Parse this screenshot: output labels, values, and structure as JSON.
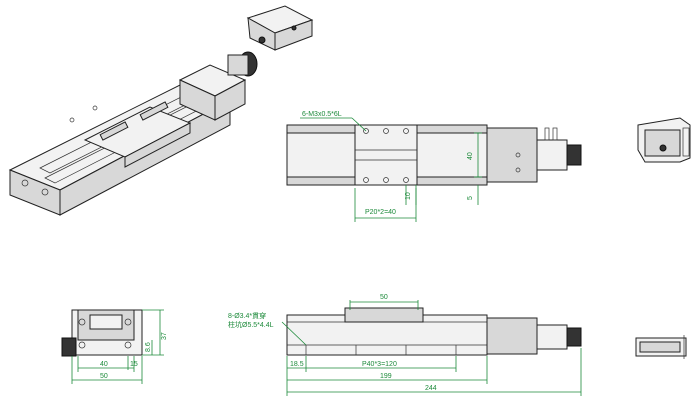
{
  "views": {
    "top": {
      "callout_holes": "6-M3x0.5*6L",
      "dim_width": "40",
      "dim_edge": "5",
      "dim_spacing": "10",
      "dim_pitch": "P20*2=40"
    },
    "end": {
      "dim_height_total": "37",
      "dim_height_mid": "8.6",
      "dim_width_inner": "40",
      "dim_width_outer": "50",
      "dim_small": "15"
    },
    "side": {
      "callout_line1": "8-Ø3.4*貫穿",
      "callout_line2": "柱坑Ø5.5*4.4L",
      "dim_table": "50",
      "dim_offset": "18.5",
      "dim_pitch": "P40*3=120",
      "dim_body": "199",
      "dim_total": "244"
    }
  }
}
